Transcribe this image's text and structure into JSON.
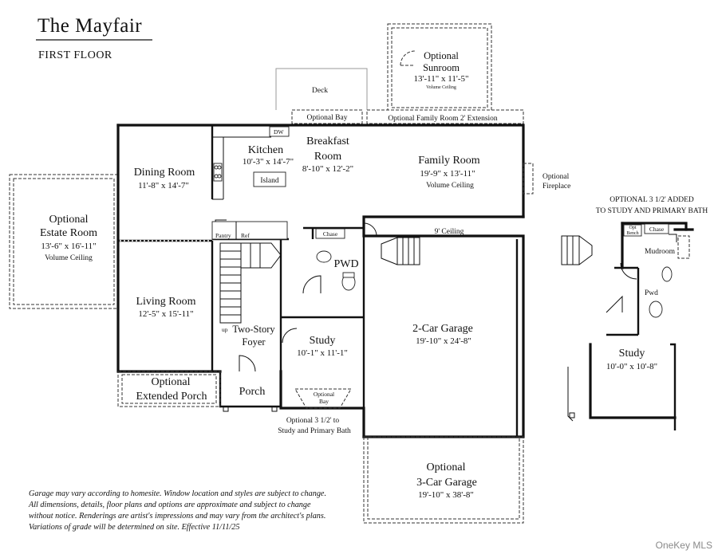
{
  "title": "The Mayfair",
  "subtitle": "FIRST FLOOR",
  "rooms": {
    "deck": "Deck",
    "sunroom": {
      "name1": "Optional",
      "name2": "Sunroom",
      "dims": "13'-11\" x 11'-5\"",
      "note": "Volume Ceiling"
    },
    "optional_bay_top": "Optional Bay",
    "family_ext": "Optional Family Room 2' Extension",
    "dw": "DW",
    "kitchen": {
      "name": "Kitchen",
      "dims": "10'-3\" x 14'-7\""
    },
    "island": "Island",
    "breakfast": {
      "name1": "Breakfast",
      "name2": "Room",
      "dims": "8'-10\" x 12'-2\""
    },
    "family": {
      "name": "Family Room",
      "dims": "19'-9\" x 13'-11\"",
      "note": "Volume Ceiling"
    },
    "fireplace": {
      "line1": "Optional",
      "line2": "Fireplace"
    },
    "dining": {
      "name": "Dining Room",
      "dims": "11'-8\" x 14'-7\""
    },
    "estate": {
      "name1": "Optional",
      "name2": "Estate Room",
      "dims": "13'-6\" x 16'-11\"",
      "note": "Volume Ceiling"
    },
    "pantry": "Pantry",
    "ref": "Ref",
    "chase": "Chase",
    "nine_ceiling": "9' Ceiling",
    "pwd": "PWD",
    "living": {
      "name": "Living Room",
      "dims": "12'-5\" x 15'-11\""
    },
    "foyer": {
      "up": "up",
      "name1": "Two-Story",
      "name2": "Foyer"
    },
    "study": {
      "name": "Study",
      "dims": "10'-1\" x 11'-1\""
    },
    "garage2": {
      "name": "2-Car Garage",
      "dims": "19'-10\" x 24'-8\""
    },
    "ext_porch": {
      "name1": "Optional",
      "name2": "Extended Porch"
    },
    "porch": "Porch",
    "optional_bay_low": {
      "line1": "Optional",
      "line2": "Bay"
    },
    "opt_half_bath": {
      "line1": "Optional 3 1/2' to",
      "line2": "Study and Primary Bath"
    },
    "garage3": {
      "name1": "Optional",
      "name2": "3-Car Garage",
      "dims": "19'-10\" x 38'-8\""
    }
  },
  "inset": {
    "heading1": "OPTIONAL 3 1/2' ADDED",
    "heading2": "TO STUDY AND PRIMARY BATH",
    "opt_bench1": "Opt",
    "opt_bench2": "Bench",
    "chase": "Chase",
    "mudroom": "Mudroom",
    "pwd": "Pwd",
    "study": {
      "name": "Study",
      "dims": "10'-0\" x 10'-8\""
    }
  },
  "disclaimer": [
    "Garage may vary according to homesite.  Window location and styles are subject to change.",
    "All dimensions, details, floor plans and options are approximate and subject to change",
    "without notice.  Renderings are artist's impressions and may vary from the architect's plans.",
    "Variations of grade will be determined on site. Effective 11/11/25"
  ],
  "watermark": "OneKey MLS"
}
